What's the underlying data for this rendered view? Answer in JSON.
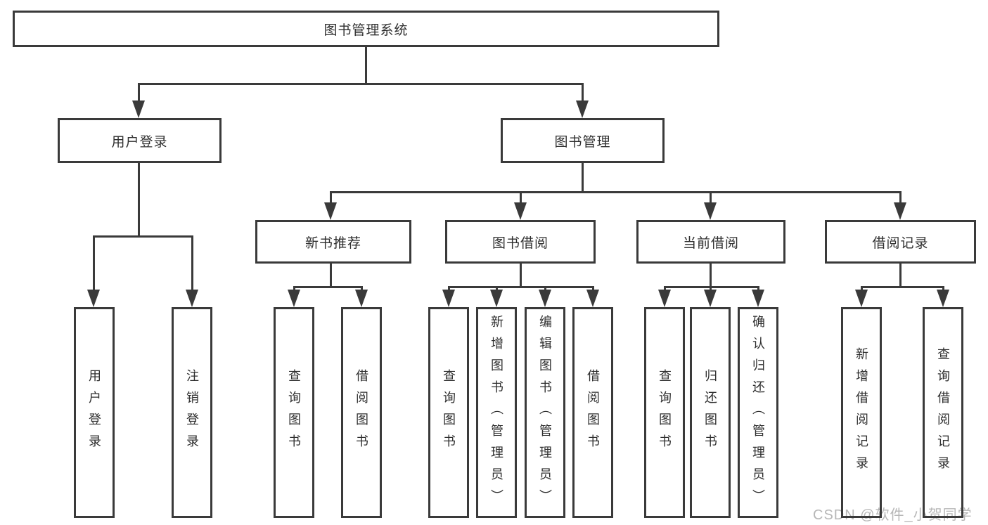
{
  "diagram_title": "图书管理系统",
  "hierarchy": {
    "root": "图书管理系统",
    "children": [
      {
        "label": "用户登录",
        "children": [
          "用户登录",
          "注销登录"
        ]
      },
      {
        "label": "图书管理",
        "children": [
          {
            "label": "新书推荐",
            "children": [
              "查询图书",
              "借阅图书"
            ]
          },
          {
            "label": "图书借阅",
            "children": [
              "查询图书",
              "新增图书（管理员）",
              "编辑图书（管理员）",
              "借阅图书"
            ]
          },
          {
            "label": "当前借阅",
            "children": [
              "查询图书",
              "归还图书",
              "确认归还（管理员）"
            ]
          },
          {
            "label": "借阅记录",
            "children": [
              "新增借阅记录",
              "查询借阅记录"
            ]
          }
        ]
      }
    ]
  },
  "watermark": "CSDN @软件_小贺同学",
  "colors": {
    "line": "#3a3a3a",
    "text": "#2f2f2f",
    "background": "#ffffff",
    "watermark": "#aaaaaa"
  }
}
